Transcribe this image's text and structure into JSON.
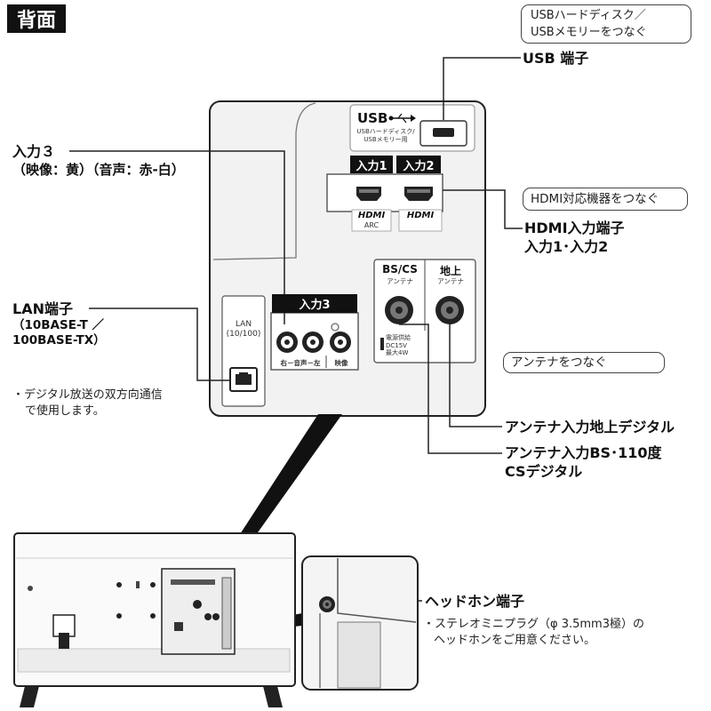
{
  "header": {
    "title": "背面"
  },
  "callouts": {
    "usb": [
      "USBハードディスク／",
      "USBメモリーをつなぐ"
    ],
    "hdmi": "HDMI対応機器をつなぐ",
    "antenna": "アンテナをつなぐ"
  },
  "labels": {
    "usb_port": "USB 端子",
    "hdmi_port": [
      "HDMI入力端子",
      "入力1･入力2"
    ],
    "input3": [
      "入力３",
      "（映像：黄）（音声：赤-白）"
    ],
    "lan": [
      "LAN端子",
      "（10BASE-T ／",
      "100BASE-TX）"
    ],
    "lan_note": [
      "・デジタル放送の双方向通信",
      "で使用します。"
    ],
    "antenna_terrestrial": "アンテナ入力地上デジタル",
    "antenna_bs": [
      "アンテナ入力BS･110度",
      "CSデジタル"
    ],
    "headphone": "ヘッドホン端子",
    "headphone_note": [
      "・ステレオミニプラグ（φ 3.5mm3極）の",
      "ヘッドホンをご用意ください。"
    ]
  },
  "panel": {
    "usb_word": "USB",
    "usb_small": [
      "USBハードディスク/",
      "USBメモリー用"
    ],
    "in1": "入力1",
    "in2": "入力2",
    "hdmi_logo": "HDMI",
    "arc": "ARC",
    "in3": "入力3",
    "lan": [
      "LAN",
      "(10/100)"
    ],
    "av_labels": "右－音声－左",
    "video": "映像",
    "bs_cs": "BS/CS",
    "terrestrial": "地上",
    "antenna_small": "アンテナ",
    "power_supply": [
      "電源供給",
      "DC15V",
      "最大4W"
    ]
  }
}
